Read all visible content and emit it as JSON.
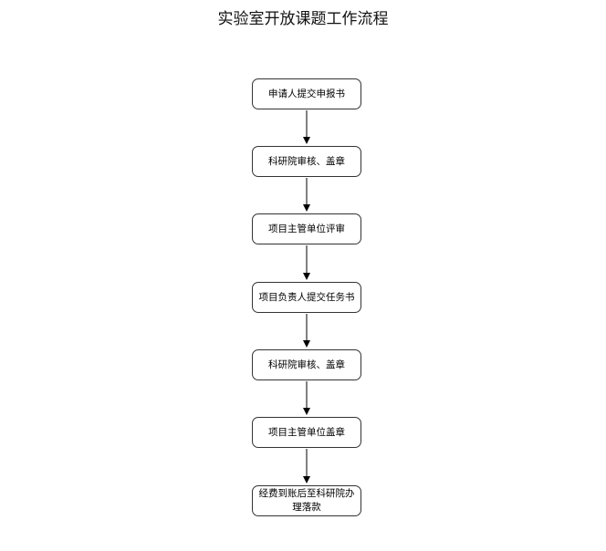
{
  "title": "实验室开放课题工作流程",
  "steps": [
    "申请人提交申报书",
    "科研院审核、盖章",
    "项目主管单位评审",
    "项目负责人提交任务书",
    "科研院审核、盖章",
    "项目主管单位盖章",
    "经费到账后至科研院办理落款"
  ],
  "colors": {
    "stroke": "#333333",
    "arrow": "#000000",
    "background": "#ffffff"
  }
}
